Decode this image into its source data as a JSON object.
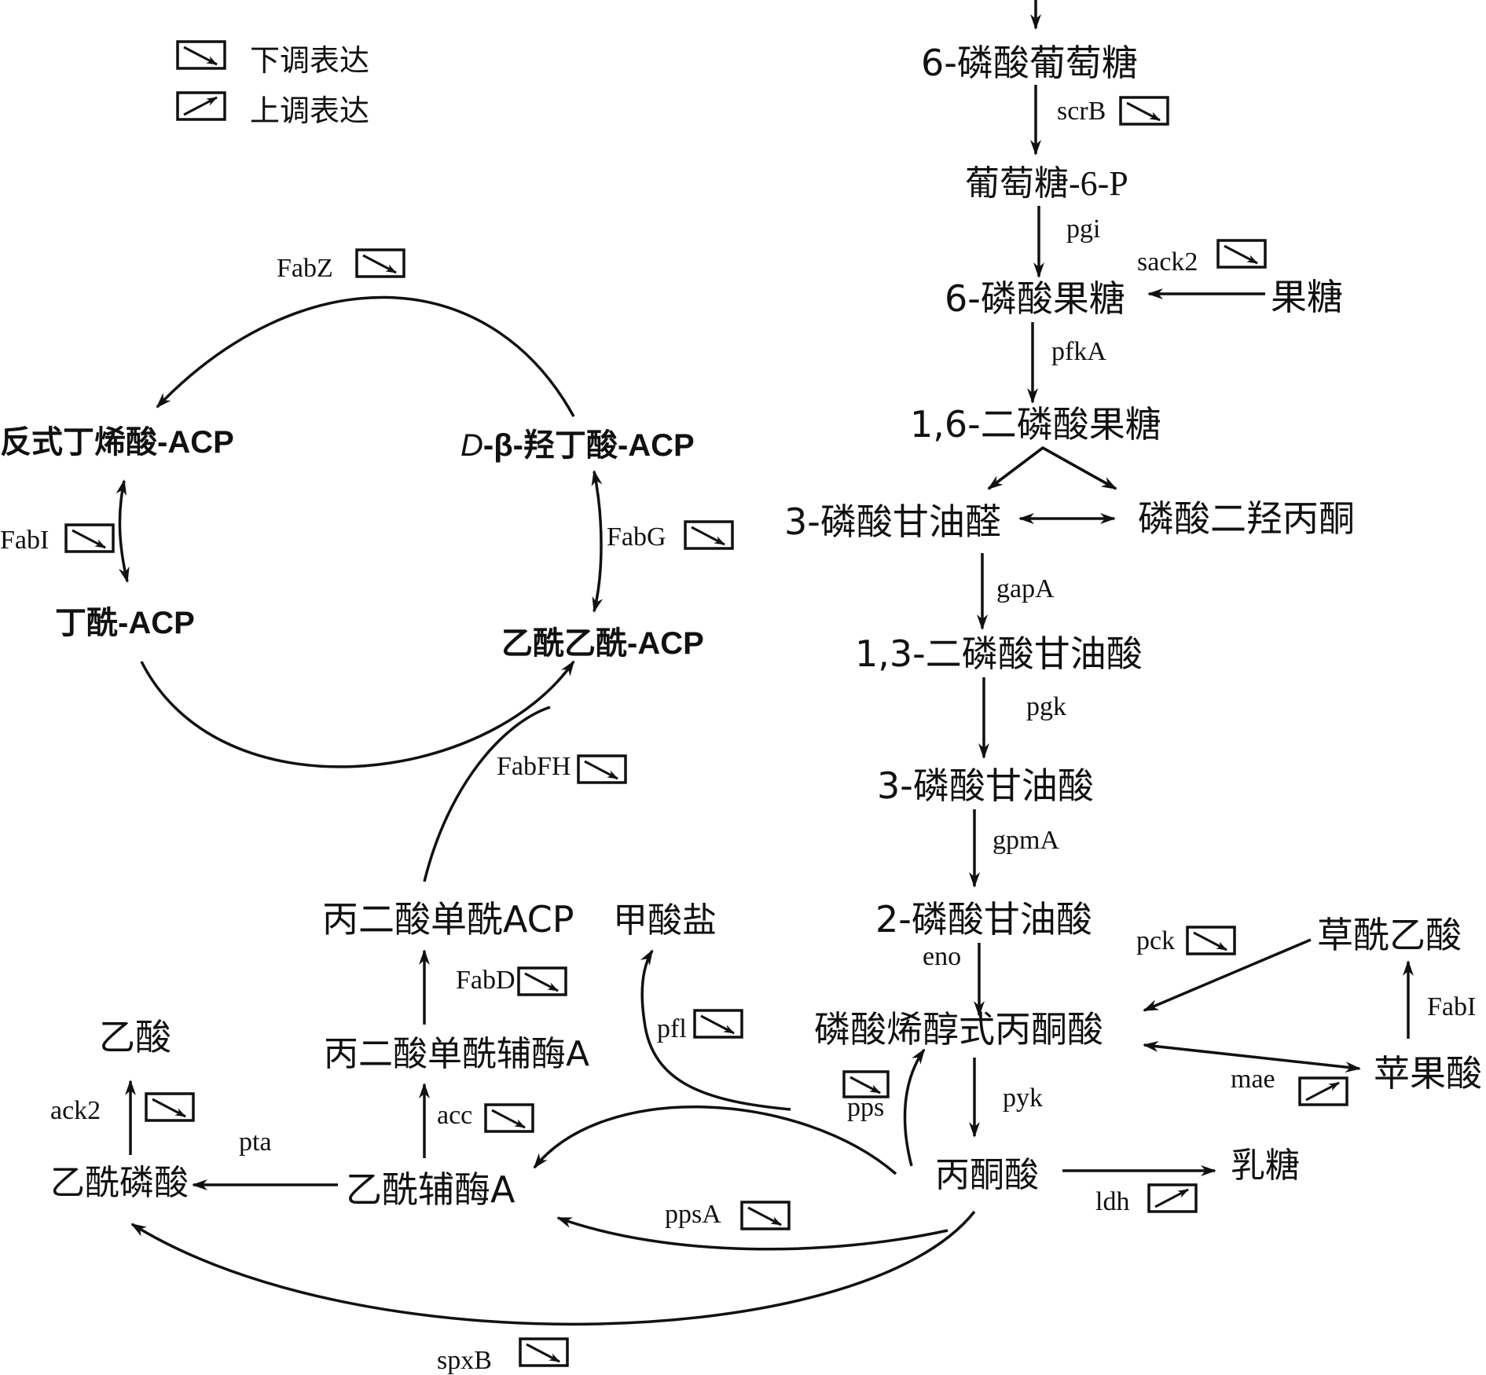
{
  "legend": {
    "down_label": "下调表达",
    "up_label": "上调表达"
  },
  "glycolysis": {
    "g6p_cn": "6-磷酸葡萄糖",
    "g6p": "葡萄糖-6-P",
    "f6p": "6-磷酸果糖",
    "fructose": "果糖",
    "fbp": "1,6-二磷酸果糖",
    "g3p": "3-磷酸甘油醛",
    "dhap": "磷酸二羟丙酮",
    "bpg": "1,3-二磷酸甘油酸",
    "pg3": "3-磷酸甘油酸",
    "pg2": "2-磷酸甘油酸",
    "pep": "磷酸烯醇式丙酮酸",
    "pyruvate": "丙酮酸",
    "lactose": "乳糖",
    "oxaloacetate": "草酰乙酸",
    "malate": "苹果酸"
  },
  "fatty_acid": {
    "trans_butenoyl": "反式丁烯酸-ACP",
    "d_beta_prefix": "D",
    "d_beta_rest": "-β-羟丁酸-ACP",
    "butyryl": "丁酰-ACP",
    "acetoacetyl": "乙酰乙酰-ACP",
    "malonyl_acp": "丙二酸单酰ACP",
    "formate": "甲酸盐",
    "malonyl_coa": "丙二酸单酰辅酶A",
    "acetic_acid": "乙酸",
    "acetyl_phosphate": "乙酰磷酸",
    "acetyl_coa": "乙酰辅酶A"
  },
  "enzymes": {
    "scrB": "scrB",
    "pgi": "pgi",
    "sack2": "sack2",
    "pfkA": "pfkA",
    "gapA": "gapA",
    "pgk": "pgk",
    "gpmA": "gpmA",
    "eno": "eno",
    "pck": "pck",
    "fabI_right": "FabI",
    "mae": "mae",
    "pyk": "pyk",
    "pps": "pps",
    "ldh": "ldh",
    "fabZ": "FabZ",
    "fabI_left": "FabI",
    "fabG": "FabG",
    "fabFH": "FabFH",
    "fabD": "FabD",
    "pfl": "pfl",
    "acc": "acc",
    "ack2": "ack2",
    "pta": "pta",
    "ppsA": "ppsA",
    "spxB": "spxB"
  },
  "indicators": {
    "down": [
      "scrB",
      "sack2",
      "fabZ",
      "fabI_left",
      "fabG",
      "fabFH",
      "fabD",
      "pfl",
      "pck",
      "pps",
      "acc",
      "ack2",
      "ppsA",
      "spxB"
    ],
    "up": [
      "mae",
      "ldh"
    ]
  },
  "colors": {
    "ink": "#111111",
    "background": "#ffffff"
  }
}
